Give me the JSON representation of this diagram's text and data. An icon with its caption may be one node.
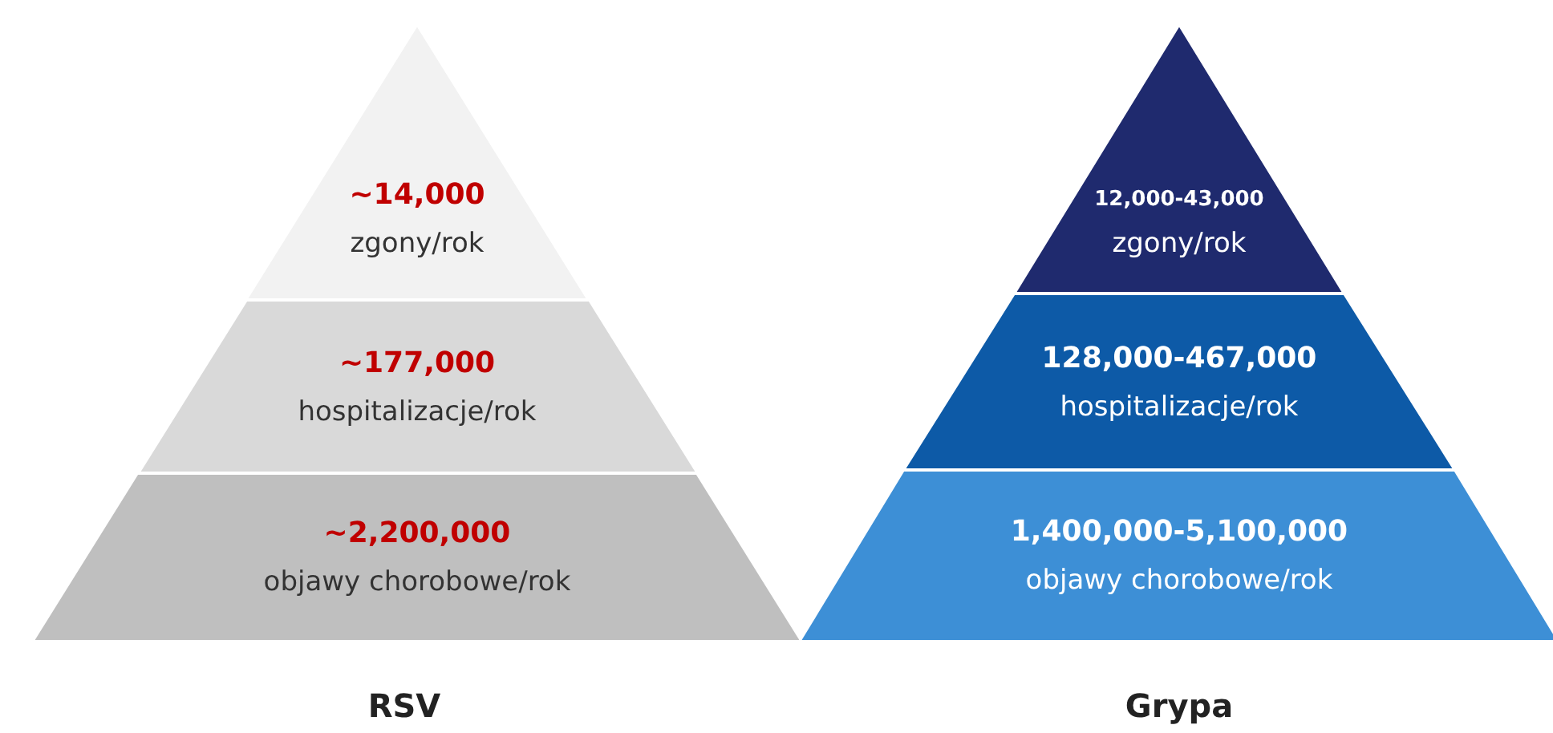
{
  "diagram": {
    "nodes": [
      {
        "text": [
          "~14,000",
          "zgony/rok"
        ]
      },
      {
        "text": [
          "~177,000",
          "hospitalizacje/rok"
        ]
      },
      {
        "text": [
          "~2,200,000",
          "objawy chorobowe/rok"
        ]
      },
      {
        "text": [
          "12,000-43,000",
          "zgony/rok"
        ]
      },
      {
        "text": [
          "128,000-467,000",
          "hospitalizacje/rok"
        ]
      },
      {
        "text": [
          "1,400,000-5,100,000",
          "objawy chorobowe/rok"
        ]
      }
    ],
    "labels": [
      "RSV",
      "Grypa"
    ]
  }
}
